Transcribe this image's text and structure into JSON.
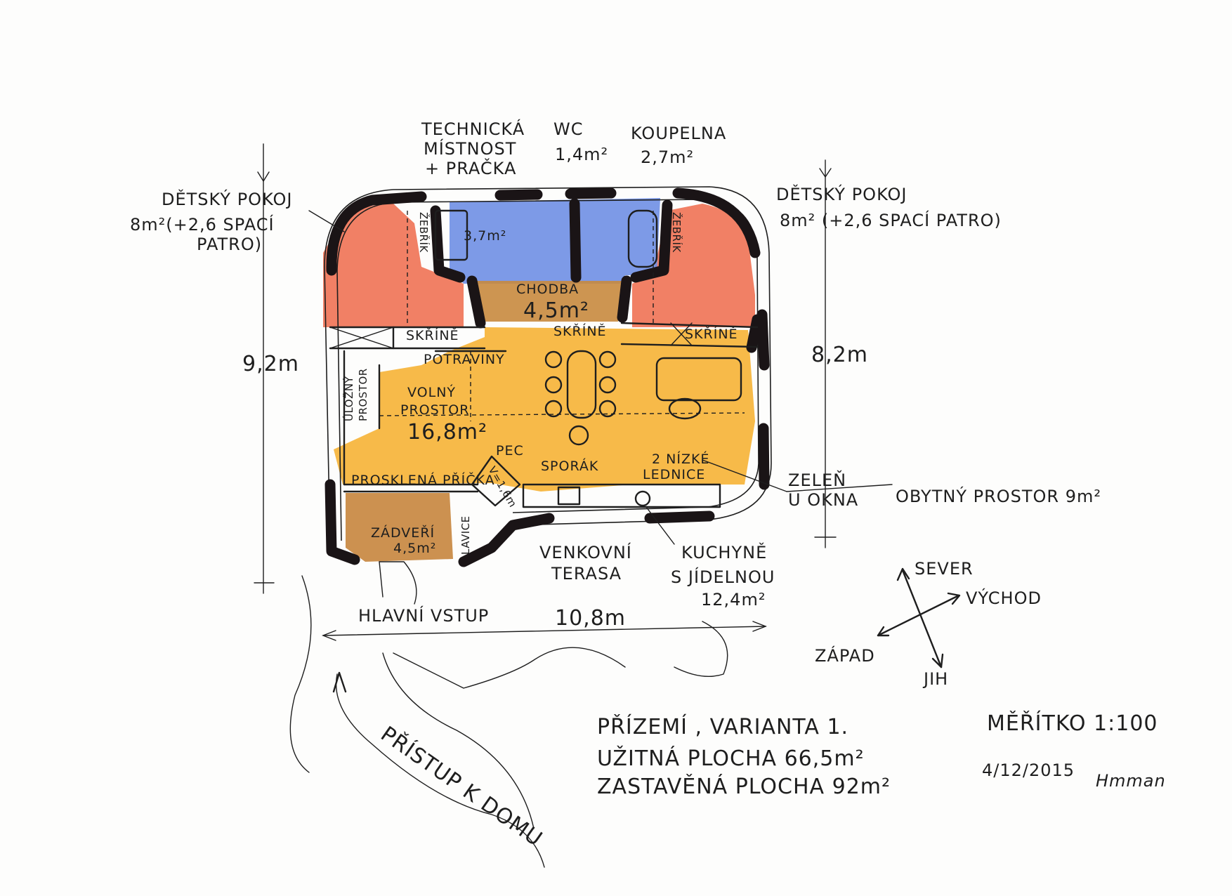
{
  "colors": {
    "paper": "#fdfdfc",
    "ink": "#1e1e1e",
    "wall": "#1a1416",
    "kids_room": "#f07254",
    "bathroom": "#6f8fe4",
    "hallway": "#c88a3e",
    "living": "#f6b43a",
    "vestibule": "#c7853d"
  },
  "rooms": {
    "technical": [
      "TECHNICKÁ",
      "MÍSTNOST",
      "+ PRAČKA"
    ],
    "technical_area": "3,7m²",
    "wc": [
      "WC",
      "1,4m²"
    ],
    "bathroom": [
      "KOUPELNA",
      "2,7m²"
    ],
    "kids_left": [
      "DĚTSKÝ POKOJ",
      "8m²(+2,6 SPACÍ",
      "PATRO)"
    ],
    "kids_right": [
      "DĚTSKÝ POKOJ",
      "8m² (+2,6 SPACÍ PATRO)"
    ],
    "hallway": [
      "CHODBA",
      "4,5m²"
    ],
    "ladder_left": "ŽEBŘÍK",
    "ladder_right": "ŽEBŘÍK",
    "wardrobe_left": "SKŘÍNĚ",
    "wardrobe_mid": "SKŘÍNĚ",
    "wardrobe_right": "SKŘÍNĚ",
    "pantry": "POTRAVINY",
    "storage": [
      "ÚLOŽNÝ",
      "PROSTOR"
    ],
    "free_space": [
      "VOLNÝ",
      "PROSTOR",
      "16,8m²"
    ],
    "stove_oven": "PEC",
    "cooker": "SPORÁK",
    "fridges": [
      "2 NÍZKÉ",
      "LEDNICE"
    ],
    "glass_partition": "PROSKLENÁ PŘÍČKA",
    "height": "V=1,6m",
    "vestibule": [
      "ZÁDVEŘÍ",
      "4,5m²"
    ],
    "bench": "LAVICE"
  },
  "annotations": {
    "greenery": [
      "ZELEŇ",
      "U OKNA"
    ],
    "living_area": "OBYTNÝ PROSTOR  9m²",
    "terrace": [
      "VENKOVNÍ",
      "TERASA"
    ],
    "kitchen": [
      "KUCHYNĚ",
      "S JÍDELNOU",
      "12,4m²"
    ],
    "main_entrance": "HLAVNÍ VSTUP",
    "access": "PŘÍSTUP K DOMU"
  },
  "dimensions": {
    "left_height": "9,2m",
    "right_height": "8,2m",
    "width": "10,8m"
  },
  "compass": {
    "north": "SEVER",
    "east": "VÝCHOD",
    "west": "ZÁPAD",
    "south": "JIH"
  },
  "info": {
    "line1": "PŘÍZEMÍ , VARIANTA 1.",
    "line2": "UŽITNÁ PLOCHA  66,5m²",
    "line3": "ZASTAVĚNÁ PLOCHA  92m²",
    "scale": "MĚŘÍTKO 1:100",
    "date": "4/12/2015",
    "signature": "Hmman"
  }
}
